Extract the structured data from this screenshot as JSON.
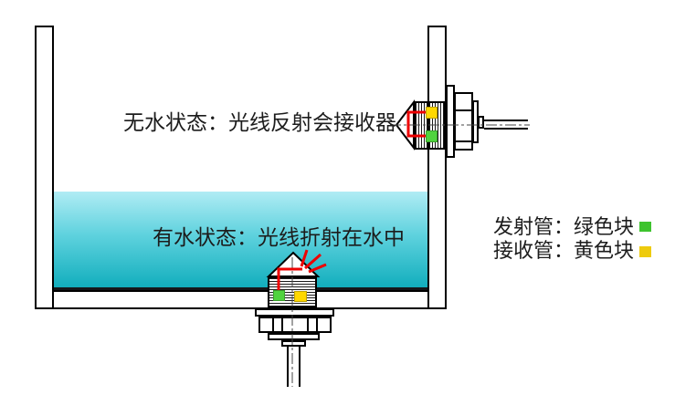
{
  "annotations": {
    "no_water_label": "无水状态：光线反射会接收器",
    "with_water_label": "有水状态：光线折射在水中"
  },
  "legend": {
    "emitter": {
      "label": "发射管：绿色块",
      "swatch_color": "#3ec32e"
    },
    "receiver": {
      "label": "接收管：黄色块",
      "swatch_color": "#eecb0e"
    }
  },
  "colors": {
    "water_gradient_top": "#b0ecf4",
    "water_gradient_bottom": "#12aebd",
    "light_ray_red": "#ee0000",
    "emitter_block_green": "#50d33e",
    "receiver_block_yellow": "#ffd800",
    "outline_black": "#000000"
  }
}
